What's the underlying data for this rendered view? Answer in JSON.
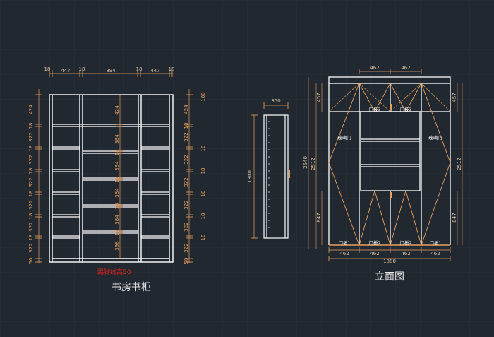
{
  "titles": {
    "bookcase": "书房书柜",
    "elevation": "立面图",
    "baseboard_note": "踢脚线高50"
  },
  "bookcase": {
    "top_dims": [
      "18",
      "447",
      "18",
      "894",
      "18",
      "447",
      "18"
    ],
    "side_dims": [
      "180",
      "424",
      "18",
      "322",
      "18",
      "322",
      "18",
      "322",
      "18",
      "322",
      "18",
      "322",
      "18",
      "322",
      "50"
    ],
    "center_dims": [
      "424",
      "384",
      "18",
      "384",
      "18",
      "384",
      "18",
      "384",
      "18",
      "398"
    ]
  },
  "side_view": {
    "depth": "350",
    "height": "1800"
  },
  "elevation": {
    "top_dims": [
      "462",
      "462"
    ],
    "bottom_dims": [
      "462",
      "462",
      "462",
      "462"
    ],
    "total_width": "1880",
    "left_dims": [
      "457",
      "2640",
      "2512",
      "847"
    ],
    "right_dims": [
      "457",
      "2512",
      "847"
    ],
    "labels": {
      "glass_left": "玻璃门",
      "glass_right": "玻璃门",
      "door3_left": "门板3",
      "door3_right": "门板3",
      "door1_left": "门板1",
      "door2_left": "门板2",
      "door2_right": "门板2",
      "door1_right": "门板1"
    }
  }
}
